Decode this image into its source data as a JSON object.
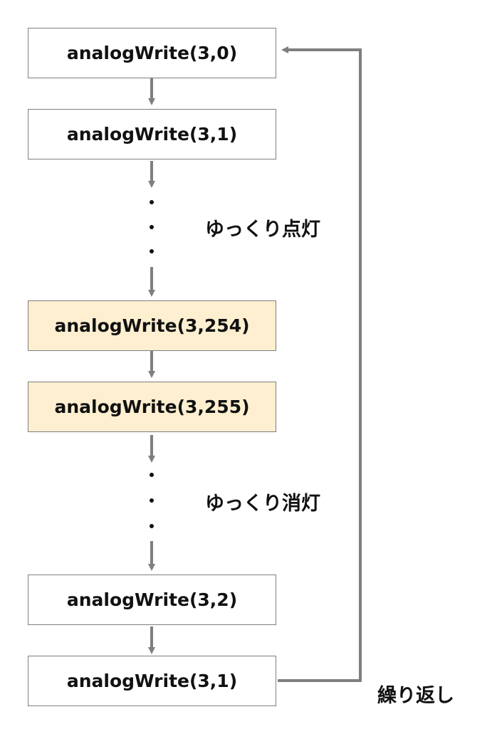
{
  "steps": [
    {
      "text": "analogWrite(3,0)",
      "highlight": false
    },
    {
      "text": "analogWrite(3,1)",
      "highlight": false
    },
    {
      "text": "analogWrite(3,254)",
      "highlight": true
    },
    {
      "text": "analogWrite(3,255)",
      "highlight": true
    },
    {
      "text": "analogWrite(3,2)",
      "highlight": false
    },
    {
      "text": "analogWrite(3,1)",
      "highlight": false
    }
  ],
  "labels": {
    "fade_in": "ゆっくり点灯",
    "fade_out": "ゆっくり消灯",
    "repeat": "繰り返し"
  },
  "colors": {
    "arrow": "#7f7f7f",
    "box_border": "#7f7f7f",
    "highlight_fill": "#fdefd0",
    "text": "#111111"
  }
}
